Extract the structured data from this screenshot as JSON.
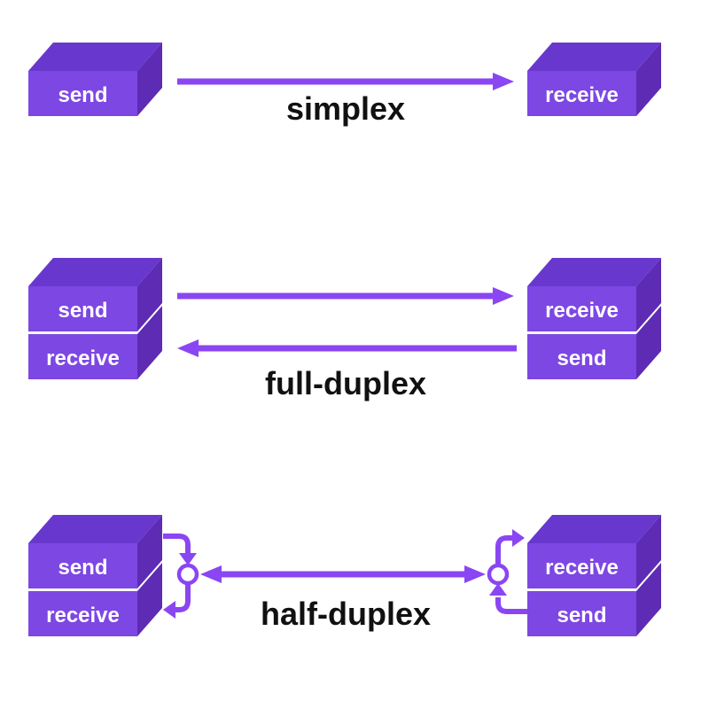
{
  "title": "communication-modes-diagram",
  "colors": {
    "background": "#ffffff",
    "box-front": "#7d47e4",
    "box-top": "#6838ce",
    "box-side": "#5d2bb4",
    "arrow": "#8a46f2",
    "box-text": "#ffffff",
    "label": "#111111"
  },
  "sections": [
    {
      "label": "simplex",
      "left_box_labels": [
        "send"
      ],
      "right_box_labels": [
        "receive"
      ],
      "arrows": [
        "left-to-right"
      ]
    },
    {
      "label": "full-duplex",
      "left_box_labels": [
        "send",
        "receive"
      ],
      "right_box_labels": [
        "receive",
        "send"
      ],
      "arrows": [
        "left-to-right",
        "right-to-left"
      ]
    },
    {
      "label": "half-duplex",
      "left_box_labels": [
        "send",
        "receive"
      ],
      "right_box_labels": [
        "receive",
        "send"
      ],
      "arrows": [
        "bidirectional-shared-channel"
      ]
    }
  ]
}
